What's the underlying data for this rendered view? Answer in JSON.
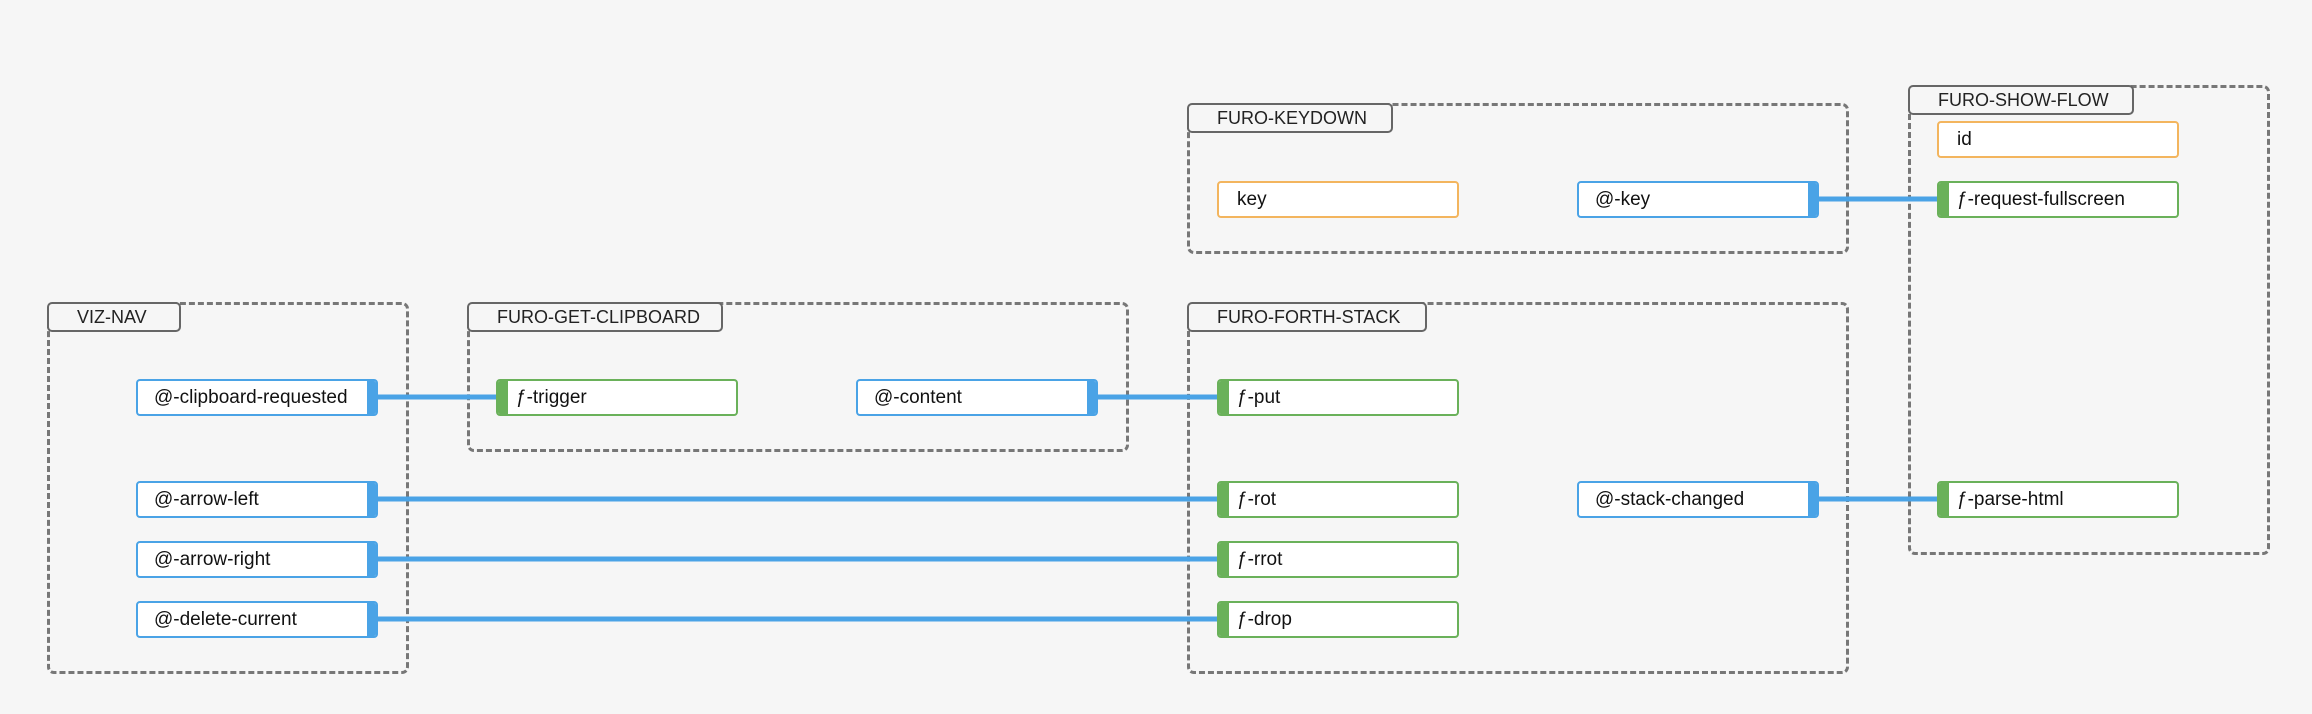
{
  "groups": {
    "viz_nav": "VIZ-NAV",
    "furo_get_clipboard": "FURO-GET-CLIPBOARD",
    "furo_keydown": "FURO-KEYDOWN",
    "furo_forth_stack": "FURO-FORTH-STACK",
    "furo_show_flow": "FURO-SHOW-FLOW"
  },
  "nodes": {
    "clipboard_requested": "@-clipboard-requested",
    "arrow_left": "@-arrow-left",
    "arrow_right": "@-arrow-right",
    "delete_current": "@-delete-current",
    "trigger": "ƒ-trigger",
    "content": "@-content",
    "key_prop": "key",
    "key_event": "@-key",
    "put": "ƒ-put",
    "rot": "ƒ-rot",
    "rrot": "ƒ-rrot",
    "drop": "ƒ-drop",
    "stack_changed": "@-stack-changed",
    "id_prop": "id",
    "request_fullscreen": "ƒ-request-fullscreen",
    "parse_html": "ƒ-parse-html"
  },
  "colors": {
    "event": "#4aa3e6",
    "method": "#6ab15a",
    "property": "#f3b55e",
    "wire": "#4aa3e6"
  }
}
